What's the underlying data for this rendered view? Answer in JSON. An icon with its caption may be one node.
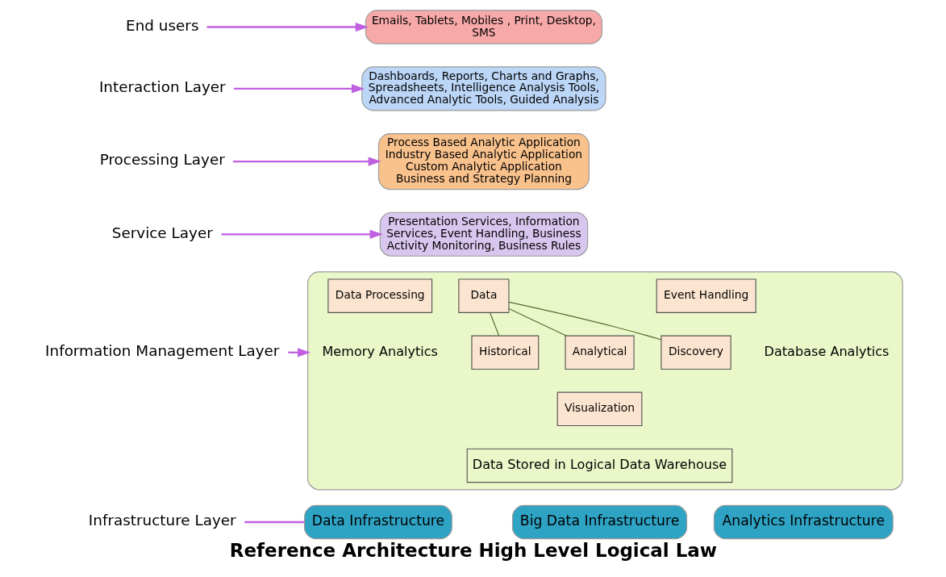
{
  "diagram": {
    "caption": "Reference Architecture High Level Logical Law",
    "nodes": [
      {
        "text": [
          "End users"
        ]
      },
      {
        "text": [
          "Emails, Tablets, Mobiles , Print, Desktop, SMS"
        ]
      },
      {
        "text": [
          "Interaction Layer"
        ]
      },
      {
        "text": [
          "Dashboards, Reports, Charts and Graphs, Spreadsheets, Intelligence Analysis Tools, Advanced Analytic Tools, Guided Analysis"
        ]
      },
      {
        "text": [
          "Processing Layer"
        ]
      },
      {
        "text": [
          "Process Based Analytic Application",
          "Industry Based Analytic Application",
          "Custom Analytic Application",
          "Business and Strategy Planning"
        ]
      },
      {
        "text": [
          "Service Layer"
        ]
      },
      {
        "text": [
          "Presentation Services, Information Services, Event Handling, Business Activity Monitoring, Business Rules"
        ]
      },
      {
        "text": [
          "Information Management Layer"
        ]
      },
      {
        "text": [],
        "shape": "box"
      },
      {
        "text": [
          "Data Processing"
        ],
        "in": 9
      },
      {
        "text": [
          "Data"
        ],
        "in": 9
      },
      {
        "text": [
          "Event Handling"
        ],
        "in": 9
      },
      {
        "text": [
          "Memory Analytics"
        ],
        "in": 9
      },
      {
        "text": [
          "Historical"
        ],
        "in": 9
      },
      {
        "text": [
          "Analytical"
        ],
        "in": 9
      },
      {
        "text": [
          "Discovery"
        ],
        "in": 9
      },
      {
        "text": [
          "Database Analytics"
        ],
        "in": 9
      },
      {
        "text": [
          "Visualization"
        ],
        "in": 9
      },
      {
        "text": [
          "Data Stored in Logical Data Warehouse"
        ],
        "in": 9
      },
      {
        "text": [
          "Infrastructure Layer"
        ]
      },
      {
        "text": [
          "Data Infrastructure"
        ]
      },
      {
        "text": [
          "Big Data Infrastructure"
        ]
      },
      {
        "text": [
          "Analytics Infrastructure"
        ]
      }
    ],
    "edges": [
      {
        "from": 0,
        "to": 1,
        "arrow": "to"
      },
      {
        "from": 2,
        "to": 3,
        "arrow": "to"
      },
      {
        "from": 4,
        "to": 5,
        "arrow": "to"
      },
      {
        "from": 6,
        "to": 7,
        "arrow": "to"
      },
      {
        "from": 8,
        "to": 9,
        "arrow": "to"
      },
      {
        "from": 11,
        "to": 14,
        "arrow": "none",
        "color": "#556b2f"
      },
      {
        "from": 11,
        "to": 15,
        "arrow": "none",
        "color": "#556b2f"
      },
      {
        "from": 11,
        "to": 16,
        "arrow": "none",
        "color": "#556b2f"
      },
      {
        "from": 20,
        "to": 21,
        "arrow": "none"
      }
    ]
  }
}
